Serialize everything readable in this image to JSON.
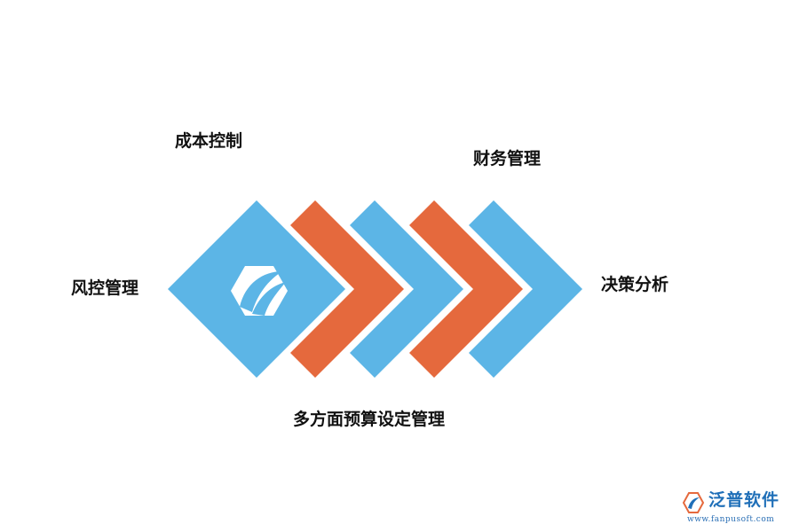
{
  "diagram": {
    "labels": {
      "cost_control": "成本控制",
      "financial_management": "财务管理",
      "risk_management": "风控管理",
      "decision_analysis": "决策分析",
      "budget_management": "多方面预算设定管理"
    },
    "colors": {
      "blue": "#5cb5e6",
      "orange": "#e5693d"
    },
    "center_icon": "stylized-leaf-hexagon-icon"
  },
  "watermark": {
    "brand": "泛普软件",
    "url": "www.fanpusoft.com",
    "logo_icon": "fanpu-logo-icon"
  }
}
